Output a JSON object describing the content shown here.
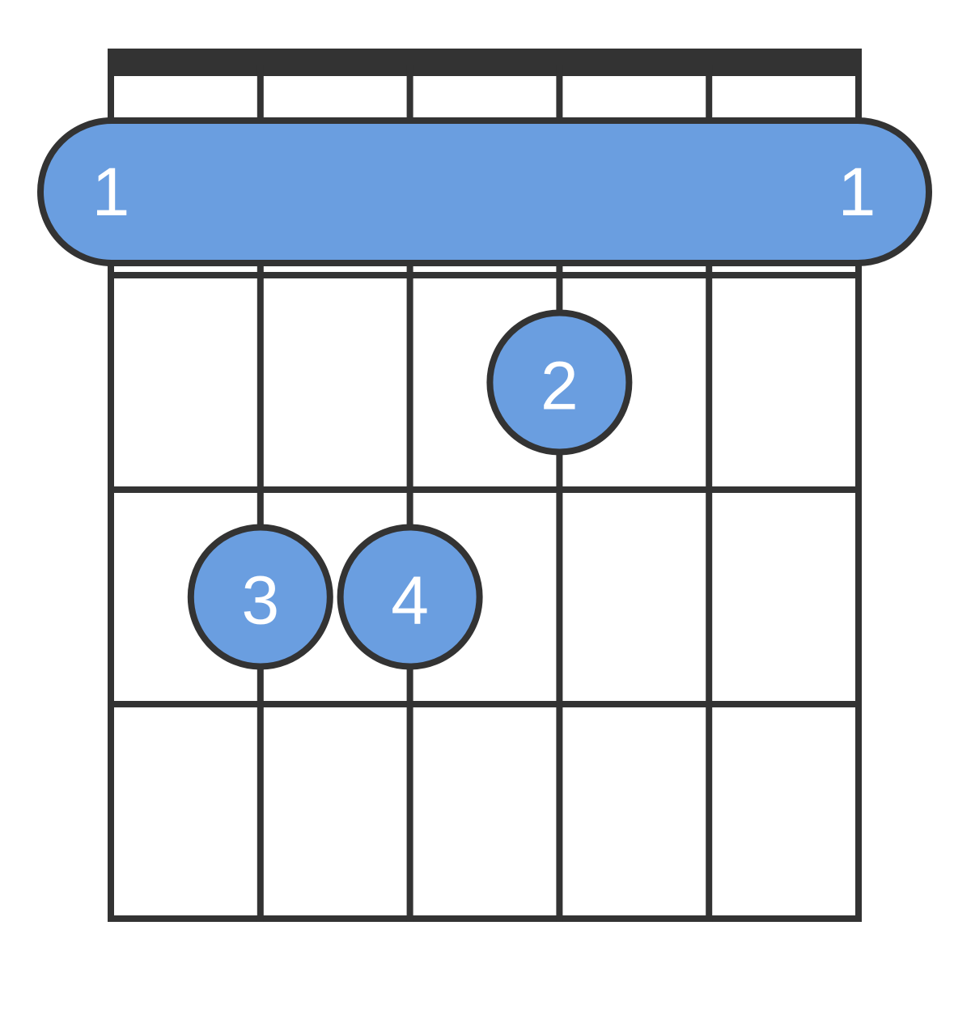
{
  "diagram": {
    "strings": 6,
    "frets_shown": 4,
    "colors": {
      "line": "#333333",
      "fill": "#6a9ee0",
      "text": "#ffffff"
    },
    "barre": {
      "fret": 1,
      "from_string": 1,
      "to_string": 6,
      "finger": "1",
      "label_start": "1",
      "label_end": "1"
    },
    "fingers": [
      {
        "string": 4,
        "fret": 2,
        "label": "2"
      },
      {
        "string": 2,
        "fret": 3,
        "label": "3"
      },
      {
        "string": 3,
        "fret": 3,
        "label": "4"
      }
    ]
  }
}
